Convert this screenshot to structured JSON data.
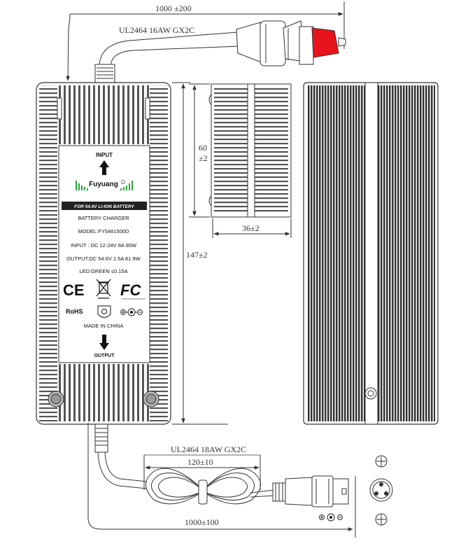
{
  "dimensions": {
    "input_cable_length": "1000 ±200",
    "input_cable_spec": "UL2464 16AW GX2C",
    "depth": "60",
    "depth_tol": "±2",
    "width": "36±2",
    "length": "147±2",
    "output_cable_spec": "UL2464 18AW GX2C",
    "output_coil_length": "120±10",
    "output_cable_length": "1000±100"
  },
  "label": {
    "input": "INPUT",
    "brand": "Fuyuang",
    "battery_banner": "FOR 54.6V LI-ION BATTERY",
    "product": "BATTERY CHARGER",
    "model": "MODEL:FY5461500D",
    "input_rating": "INPUT : DC 12-24V 8A 90W",
    "output_rating": "OUTPUT:DC 54.6V 1.5A 81.9W",
    "led": "LED:GREEN  ≤0.15A",
    "ce": "CE",
    "fcc": "FC",
    "rohs": "RoHS",
    "made_in": "MADE IN CHINA",
    "output": "OUTPUT"
  },
  "colors": {
    "plug_tip": "#e8141c",
    "brand_green": "#27a83a",
    "banner_bg": "#222222",
    "line": "#333333"
  }
}
